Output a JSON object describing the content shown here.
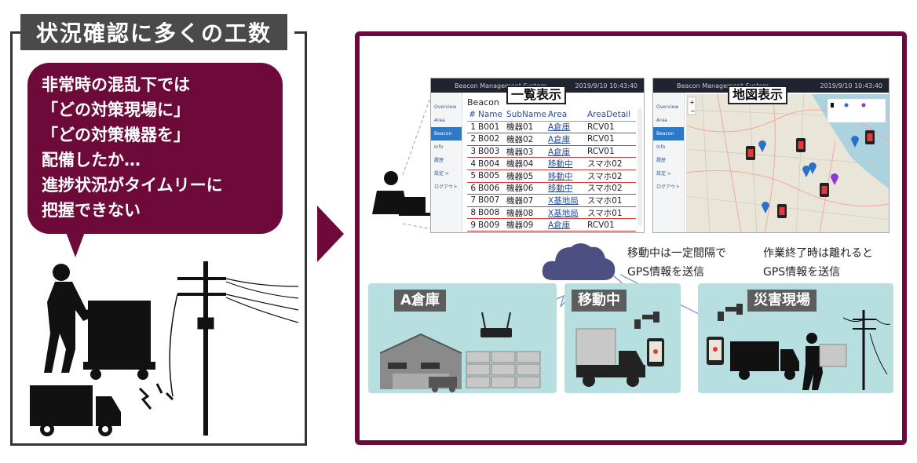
{
  "left": {
    "title": "状況確認に多くの工数",
    "bubble_lines": [
      "非常時の混乱下では",
      "「どの対策現場に」",
      "「どの対策機器を」",
      "配備したか…",
      "進捗状況がタイムリーに",
      "把握できない"
    ]
  },
  "list_screen": {
    "system_title": "Beacon Management System",
    "datetime": "2019/9/10 10:43:40",
    "label": "一覧表示",
    "page_title": "Beacon",
    "nav": [
      "Overview",
      "Area",
      "Beacon",
      "Info",
      "履歴",
      "設定 >",
      "ログアウト"
    ],
    "columns": [
      "#",
      "Name",
      "SubName",
      "Area",
      "AreaDetail"
    ],
    "rows": [
      [
        "1",
        "B001",
        "機器01",
        "A倉庫",
        "RCV01"
      ],
      [
        "2",
        "B002",
        "機器02",
        "A倉庫",
        "RCV01"
      ],
      [
        "3",
        "B003",
        "機器03",
        "A倉庫",
        "RCV01"
      ],
      [
        "4",
        "B004",
        "機器04",
        "移動中",
        "スマホ02"
      ],
      [
        "5",
        "B005",
        "機器05",
        "移動中",
        "スマホ02"
      ],
      [
        "6",
        "B006",
        "機器06",
        "移動中",
        "スマホ02"
      ],
      [
        "7",
        "B007",
        "機器07",
        "X基地局",
        "スマホ01"
      ],
      [
        "8",
        "B008",
        "機器08",
        "X基地局",
        "スマホ01"
      ],
      [
        "9",
        "B009",
        "機器09",
        "A倉庫",
        "RCV01"
      ]
    ]
  },
  "map_screen": {
    "system_title": "Beacon Management System",
    "datetime": "2019/9/10 10:43:40",
    "label": "地図表示",
    "nav": [
      "Overview",
      "Area",
      "Beacon",
      "Info",
      "履歴",
      "設定 >",
      "ログアウト"
    ]
  },
  "captions": {
    "moving": [
      "移動中は一定間隔で",
      "GPS情報を送信"
    ],
    "finish": [
      "作業終了時は離れると",
      "GPS情報を送信"
    ]
  },
  "sites": {
    "warehouse": "A倉庫",
    "moving": "移動中",
    "disaster": "災害現場"
  },
  "colors": {
    "accent": "#6e0a3a",
    "site_bg": "#b8dfe0",
    "label_bg": "#5d5d5d",
    "cloud": "#4b4f82"
  }
}
